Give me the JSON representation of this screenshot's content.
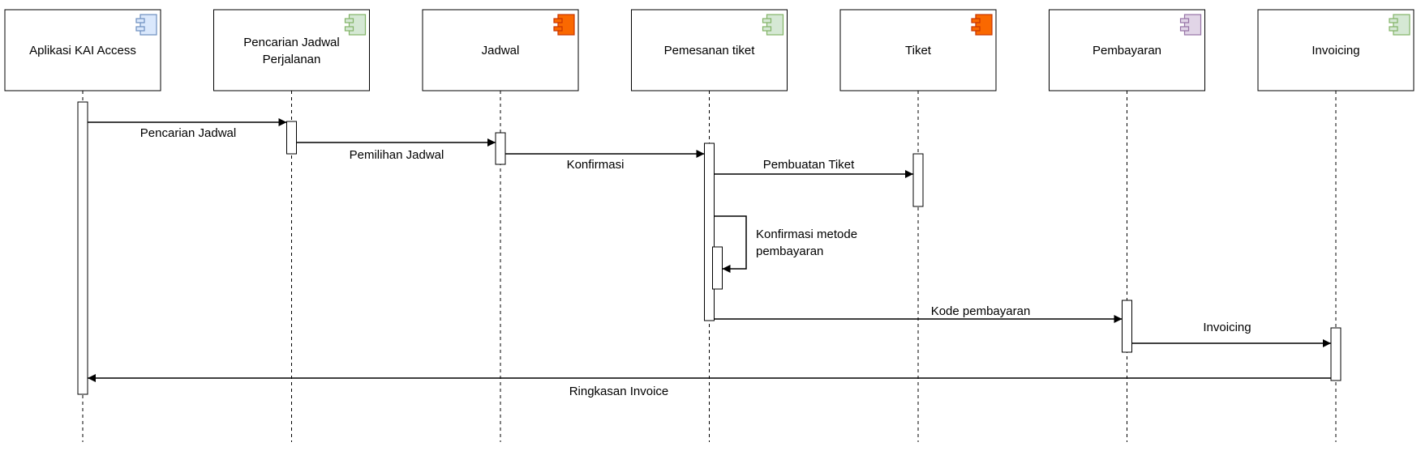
{
  "participants": [
    {
      "label_lines": [
        "Aplikasi KAI Access"
      ],
      "icon": "component-icon",
      "icon_color": "#dae8fc",
      "icon_stroke": "#6c8ebf"
    },
    {
      "label_lines": [
        "Pencarian Jadwal",
        "Perjalanan"
      ],
      "icon": "component-icon",
      "icon_color": "#d5e8d4",
      "icon_stroke": "#82b366"
    },
    {
      "label_lines": [
        "Jadwal"
      ],
      "icon": "component-icon",
      "icon_color": "#fa6800",
      "icon_stroke": "#c73500"
    },
    {
      "label_lines": [
        "Pemesanan tiket"
      ],
      "icon": "component-icon",
      "icon_color": "#d5e8d4",
      "icon_stroke": "#82b366"
    },
    {
      "label_lines": [
        "Tiket"
      ],
      "icon": "component-icon",
      "icon_color": "#fa6800",
      "icon_stroke": "#c73500"
    },
    {
      "label_lines": [
        "Pembayaran"
      ],
      "icon": "component-icon",
      "icon_color": "#e1d5e7",
      "icon_stroke": "#9673a6"
    },
    {
      "label_lines": [
        "Invoicing"
      ],
      "icon": "component-icon",
      "icon_color": "#d5e8d4",
      "icon_stroke": "#82b366"
    }
  ],
  "messages": [
    {
      "from": 0,
      "to": 1,
      "label_lines": [
        "Pencarian Jadwal"
      ]
    },
    {
      "from": 1,
      "to": 2,
      "label_lines": [
        "Pemilihan Jadwal"
      ]
    },
    {
      "from": 2,
      "to": 3,
      "label_lines": [
        "Konfirmasi"
      ]
    },
    {
      "from": 3,
      "to": 4,
      "label_lines": [
        "Pembuatan Tiket"
      ]
    },
    {
      "from": 3,
      "to": 3,
      "label_lines": [
        "Konfirmasi metode",
        "pembayaran"
      ],
      "self": true
    },
    {
      "from": 3,
      "to": 5,
      "label_lines": [
        "Kode pembayaran"
      ]
    },
    {
      "from": 5,
      "to": 6,
      "label_lines": [
        "Invoicing"
      ]
    },
    {
      "from": 6,
      "to": 0,
      "label_lines": [
        "Ringkasan Invoice"
      ]
    }
  ]
}
